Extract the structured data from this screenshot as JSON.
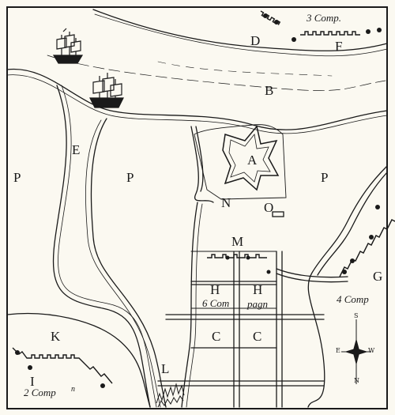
{
  "map": {
    "labels": {
      "A": "A",
      "B": "B",
      "C1": "C",
      "C2": "C",
      "D": "D",
      "E": "E",
      "F": "F",
      "G": "G",
      "H1": "H",
      "H2": "H",
      "I": "I",
      "K": "K",
      "L": "L",
      "M": "M",
      "N": "N",
      "O": "O",
      "P1": "P",
      "P2": "P",
      "P3": "P"
    },
    "companies": {
      "comp3": "3 Comp.",
      "comp4": "4 Comp",
      "comp2": "2 Comp",
      "comp2_suffix": "n",
      "comp6a": "6 Com",
      "comp6b": "pagn"
    },
    "compass": {
      "north": "N",
      "south": "S",
      "east": "E",
      "west": "W"
    },
    "colors": {
      "ink": "#1a1a1a",
      "paper": "#fbf9f1",
      "border": "#2a2a2a"
    }
  }
}
